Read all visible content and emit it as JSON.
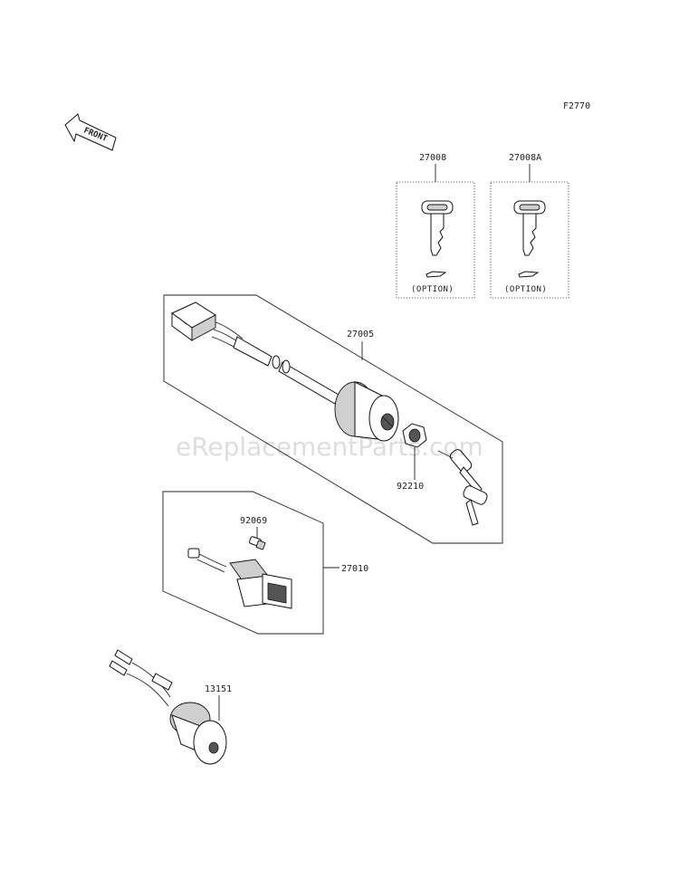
{
  "figure_code": "F2770",
  "front_label": "FRONT",
  "watermark": "eReplacementParts.com",
  "parts": {
    "key_27008": {
      "number": "27008",
      "note": "(OPTION)"
    },
    "key_27008a": {
      "number": "27008A",
      "note": "(OPTION)"
    },
    "ignition_switch": {
      "number": "27005"
    },
    "nut": {
      "number": "92210"
    },
    "bulb": {
      "number": "92069"
    },
    "indicator_lamp": {
      "number": "27010"
    },
    "buzzer": {
      "number": "13151"
    }
  }
}
